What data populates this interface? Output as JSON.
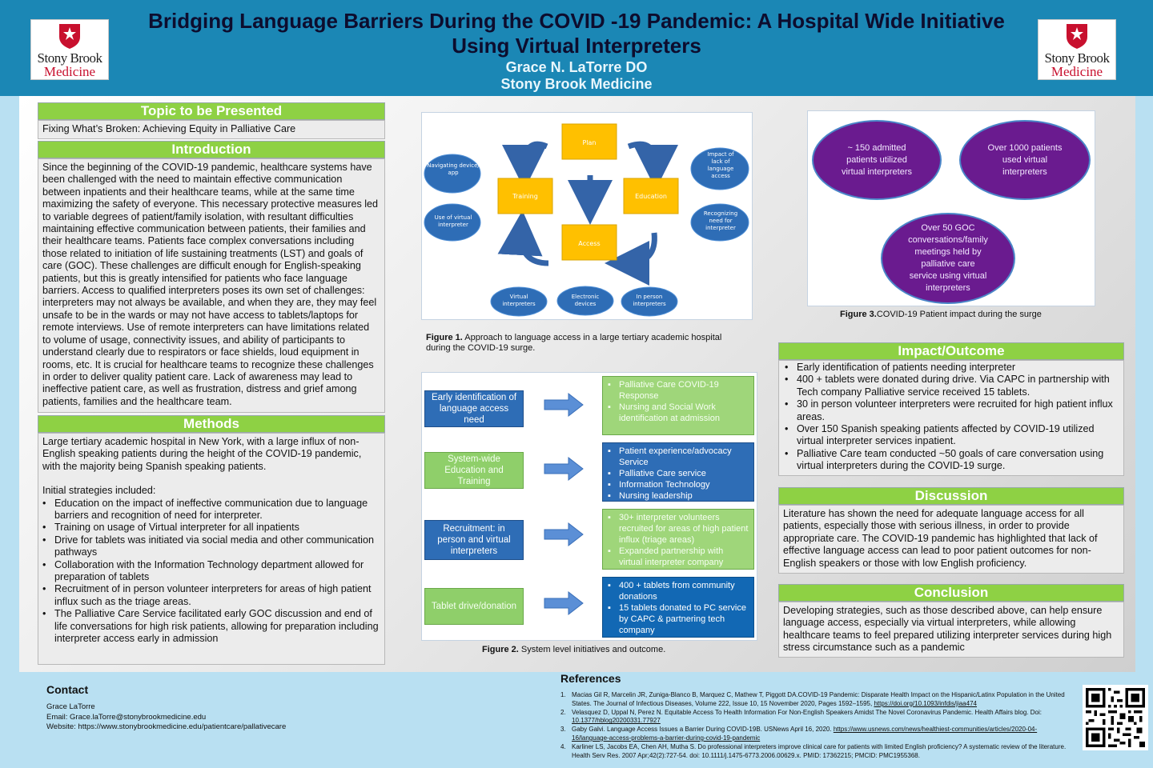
{
  "header": {
    "title": "Bridging Language Barriers During the COVID -19 Pandemic: A Hospital Wide Initiative Using Virtual Interpreters",
    "author": "Grace N. LaTorre DO",
    "institution": "Stony Brook Medicine",
    "logo_line1": "Stony Brook",
    "logo_line2": "Medicine"
  },
  "colors": {
    "header_blue": "#1b87b5",
    "section_green": "#8ed144",
    "figure_blue": "#2e6db6",
    "figure_green": "#8fcf6a",
    "flow_yellow": "#ffc000",
    "oval_purple": "#6a1b8f",
    "logo_red": "#c8102e"
  },
  "topic": {
    "heading": "Topic to be Presented",
    "text": "Fixing What’s Broken: Achieving Equity in Palliative Care"
  },
  "introduction": {
    "heading": "Introduction",
    "text": "Since the beginning of the COVID-19 pandemic, healthcare systems have been challenged with the need to maintain effective communication between inpatients and their healthcare teams, while at the same time maximizing the safety of everyone. This necessary protective measures led to variable degrees of patient/family isolation, with resultant difficulties maintaining effective communication between patients, their families and their healthcare teams. Patients face complex conversations including those related to initiation of life sustaining treatments (LST) and goals of care (GOC). These challenges are difficult enough for English-speaking patients, but this is greatly intensified for patients who face language barriers. Access to qualified interpreters poses its own set of challenges: interpreters may not always be available, and when they are, they may feel unsafe to be in the wards or may not have access to tablets/laptops for remote interviews. Use of remote interpreters can have limitations related to volume of usage, connectivity issues, and ability of participants to understand clearly due to respirators or face shields, loud equipment in rooms, etc.  It is crucial for healthcare teams to recognize these challenges in order to deliver quality patient care. Lack of awareness may lead to ineffective patient care, as well as frustration, distress and grief among patients, families and the healthcare team."
  },
  "methods": {
    "heading": "Methods",
    "intro": "Large tertiary academic hospital in New York, with a large influx of non-English speaking patients during the height of the COVID-19 pandemic, with the majority being Spanish speaking patients.",
    "strategies_label": "Initial strategies included:",
    "items": [
      "Education on the impact of ineffective communication due to language barriers and recognition of need for interpreter.",
      "Training on usage of Virtual interpreter for all inpatients",
      "Drive for tablets was initiated via social media and other communication pathways",
      "Collaboration with the Information Technology department allowed for preparation of tablets",
      "Recruitment of in person volunteer interpreters for areas of high patient influx such as the triage areas.",
      "The Palliative Care Service facilitated early GOC discussion and end of life conversations for high risk patients, allowing for preparation including interpreter access early in admission"
    ]
  },
  "figure1": {
    "cycle": [
      "Plan",
      "Training",
      "Education",
      "Access"
    ],
    "left_ovals": [
      "Navigating device/ app",
      "Use of virtual interpreter"
    ],
    "right_ovals": [
      "Impact of lack of language access",
      "Recognizing need for interpreter"
    ],
    "bottom_ovals": [
      "Virtual interpreters",
      "Electronic devices",
      "In person interpreters"
    ],
    "caption_label": "Figure 1.",
    "caption_text": " Approach to language access in a large tertiary academic hospital during the COVID-19 surge."
  },
  "figure2": {
    "left": [
      "Early identification of language access need",
      "System-wide Education and Training",
      "Recruitment: in person and virtual interpreters",
      "Tablet drive/donation"
    ],
    "right": [
      [
        "Palliative Care COVID-19 Response",
        "Nursing and Social Work identification at admission"
      ],
      [
        "Patient experience/advocacy Service",
        "Palliative Care service",
        "Information Technology",
        "Nursing leadership"
      ],
      [
        "30+ interpreter volunteers recruited for areas of high patient influx (triage areas)",
        "Expanded partnership with virtual interpreter company"
      ],
      [
        "400 + tablets from community donations",
        "15 tablets donated to PC service by CAPC & partnering tech company"
      ]
    ],
    "caption_label": "Figure 2.",
    "caption_text": " System level initiatives and outcome."
  },
  "figure3": {
    "ovals": [
      "~ 150 admitted patients utilized virtual interpreters",
      "Over 1000 patients used virtual interpreters",
      "Over 50 GOC conversations/family meetings held by palliative care service using virtual interpreters"
    ],
    "caption_label": "Figure 3.",
    "caption_text": "COVID-19 Patient impact during the surge"
  },
  "impact": {
    "heading": "Impact/Outcome",
    "items": [
      "Early identification of patients needing interpreter",
      "400 + tablets were donated during drive. Via CAPC in partnership with Tech company Palliative service received  15 tablets.",
      "30 in person volunteer interpreters were recruited for high patient influx areas.",
      "Over 150 Spanish speaking patients affected by COVID-19 utilized virtual interpreter services inpatient.",
      "Palliative Care team conducted ~50 goals of care conversation using virtual interpreters during the COVID-19 surge."
    ]
  },
  "discussion": {
    "heading": "Discussion",
    "text": "Literature has shown the need for adequate language access for all patients, especially those with serious illness, in order to provide appropriate care. The COVID-19 pandemic has highlighted that lack of effective language access can lead to poor patient outcomes for non-English speakers or those with low English proficiency."
  },
  "conclusion": {
    "heading": "Conclusion",
    "text": "Developing strategies, such as those described above, can help ensure language access, especially via virtual interpreters, while allowing healthcare teams to feel prepared utilizing interpreter services during high stress circumstance such as a pandemic"
  },
  "contact": {
    "heading": "Contact",
    "name": "Grace LaTorre",
    "email": "Email: Grace.laTorre@stonybrookmedicine.edu",
    "website": "Website: https://www.stonybrookmedicine.edu/patientcare/pallativecare"
  },
  "references": {
    "heading": "References",
    "items": [
      {
        "num": "1.",
        "text": "Macias Gil R, Marcelin JR, Zuniga-Blanco B, Marquez C, Mathew T, Piggott DA.COVID-19 Pandemic: Disparate Health Impact on the Hispanic/Latinx Population in the United States. The Journal of Infectious Diseases, Volume 222, Issue 10, 15 November 2020, Pages 1592–1595,",
        "link": "https://doi.org/10.1093/infdis/jiaa474"
      },
      {
        "num": "2.",
        "text": "Velasquez D, Uppal N, Perez N. Equitable Access To Health Information For Non-English Speakers Amidst The Novel Coronavirus Pandemic. Health Affairs blog. Doi:",
        "link": "10.1377/hblog20200331.77927"
      },
      {
        "num": "3.",
        "text": "Gaby Galvi. Language Access Issues a Barrier During COVID-19B. USNews April 16, 2020.",
        "link": "https://www.usnews.com/news/healthiest-communities/articles/2020-04-16/language-access-problems-a-barrier-during-covid-19-pandemic"
      },
      {
        "num": "4.",
        "text": "Karliner LS, Jacobs EA, Chen AH, Mutha S. Do professional interpreters improve clinical care for patients with limited English proficiency? A systematic review of the literature. Health Serv Res. 2007 Apr;42(2):727-54. doi: 10.1111/j.1475-6773.2006.00629.x. PMID: 17362215; PMCID: PMC1955368.",
        "link": ""
      }
    ]
  }
}
